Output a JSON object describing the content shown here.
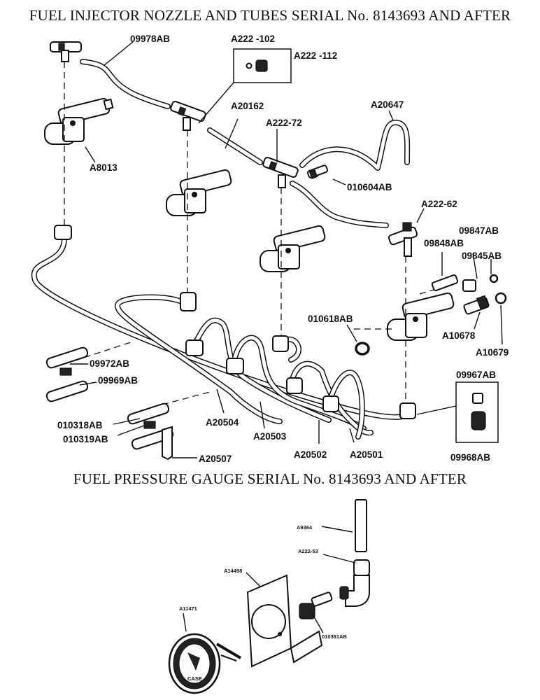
{
  "titles": {
    "top": "FUEL INJECTOR NOZZLE AND TUBES  SERIAL No. 8143693 AND AFTER",
    "bottom": "FUEL PRESSURE GAUGE  SERIAL No. 8143693 AND AFTER"
  },
  "labels": {
    "p09978AB": "09978AB",
    "pA222_102": "A222 -102",
    "pA222_112": "A222 -112",
    "pA20162": "A20162",
    "pA20647": "A20647",
    "pA222_72": "A222-72",
    "pA8013": "A8013",
    "p010604AB": "010604AB",
    "pA222_62": "A222-62",
    "p09847AB": "09847AB",
    "p09848AB": "09848AB",
    "p09845AB": "09845AB",
    "p010618AB": "010618AB",
    "pA10678": "A10678",
    "pA10679": "A10679",
    "p09972AB": "09972AB",
    "p09969AB": "09969AB",
    "p010318AB": "010318AB",
    "p010319AB": "010319AB",
    "pA20507": "A20507",
    "pA20504": "A20504",
    "pA20503": "A20503",
    "pA20502": "A20502",
    "pA20501": "A20501",
    "p09967AB": "09967AB",
    "p09968AB": "09968AB",
    "pA9364": "A9364",
    "pA222_53": "A222-53",
    "pA14498": "A14498",
    "pA11471": "A11471",
    "p010381AB": "010381AB"
  },
  "gauge_face_text": "CASE"
}
